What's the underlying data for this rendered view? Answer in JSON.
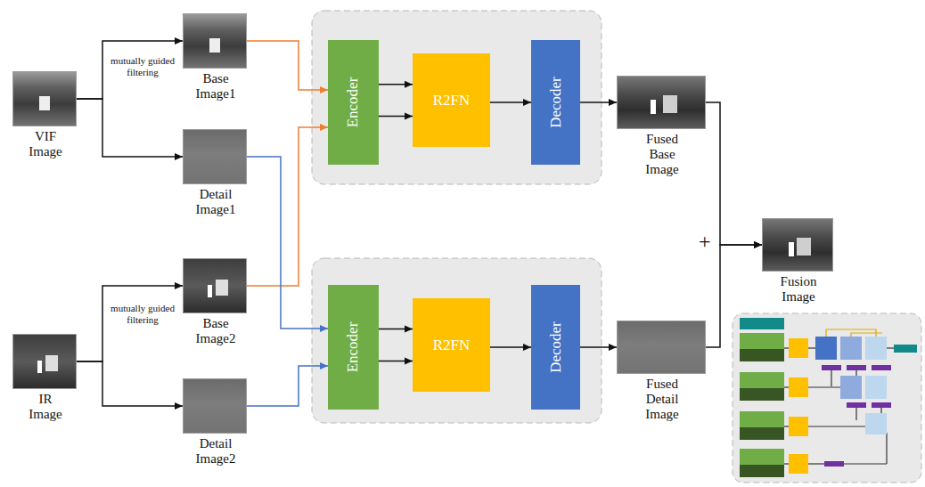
{
  "diagram": {
    "nodes": [
      {
        "text": [
          "VIF Image"
        ]
      },
      {
        "text": [
          "Base Image1"
        ]
      },
      {
        "text": [
          "Detail Image1"
        ]
      },
      {
        "text": [
          "Encoder"
        ]
      },
      {
        "text": [
          "R2FN"
        ]
      },
      {
        "text": [
          "Decoder"
        ]
      },
      {
        "text": [
          "Fused Base Image"
        ]
      },
      {
        "text": [
          "Fusion Image"
        ]
      },
      {
        "text": [
          "IR Image"
        ]
      },
      {
        "text": [
          "Base Image2"
        ]
      },
      {
        "text": [
          "Detail Image2"
        ]
      },
      {
        "text": [
          "Encoder"
        ]
      },
      {
        "text": [
          "R2FN"
        ]
      },
      {
        "text": [
          "Decoder"
        ]
      },
      {
        "text": [
          "Fused Detail Image"
        ]
      }
    ],
    "edges": [
      {
        "from": 0,
        "to": 1,
        "arrow": "to",
        "label": "mutually guided filtering"
      },
      {
        "from": 0,
        "to": 2,
        "arrow": "to"
      },
      {
        "from": 1,
        "to": 3,
        "arrow": "to"
      },
      {
        "from": 9,
        "to": 3,
        "arrow": "to"
      },
      {
        "from": 3,
        "to": 4,
        "arrow": "to"
      },
      {
        "from": 3,
        "to": 4,
        "arrow": "to"
      },
      {
        "from": 4,
        "to": 5,
        "arrow": "to"
      },
      {
        "from": 5,
        "to": 6,
        "arrow": "to"
      },
      {
        "from": 6,
        "to": 7,
        "arrow": "to"
      },
      {
        "from": 8,
        "to": 9,
        "arrow": "to",
        "label": "mutually guided filtering"
      },
      {
        "from": 8,
        "to": 10,
        "arrow": "to"
      },
      {
        "from": 2,
        "to": 11,
        "arrow": "to"
      },
      {
        "from": 10,
        "to": 11,
        "arrow": "to"
      },
      {
        "from": 11,
        "to": 12,
        "arrow": "to"
      },
      {
        "from": 11,
        "to": 12,
        "arrow": "to"
      },
      {
        "from": 12,
        "to": 13,
        "arrow": "to"
      },
      {
        "from": 13,
        "to": 14,
        "arrow": "to"
      },
      {
        "from": 14,
        "to": 7,
        "arrow": "to"
      }
    ],
    "labels": [
      "+"
    ]
  }
}
